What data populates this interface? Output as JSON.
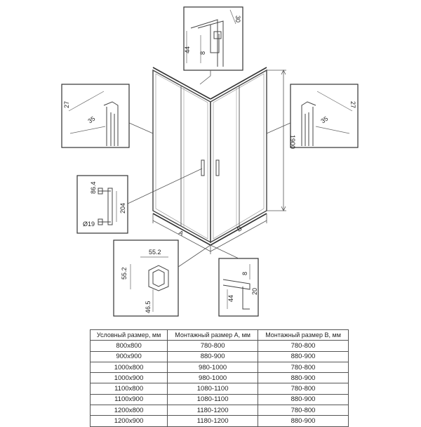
{
  "dims": {
    "top_detail": [
      "30",
      "44",
      "8"
    ],
    "left_profile": [
      "27",
      "35"
    ],
    "right_profile": [
      "27",
      "35"
    ],
    "height": "1900",
    "handle": [
      "86.4",
      "204",
      "Ø19"
    ],
    "bottom_corner": [
      "55.2",
      "55.2",
      "46.5"
    ],
    "bottom_right": [
      "8",
      "44",
      "20"
    ],
    "side_a": "A",
    "side_b": "B"
  },
  "table": {
    "headers": [
      "Условный размер, мм",
      "Монтажный размер A, мм",
      "Монтажный размер B, мм"
    ],
    "rows": [
      [
        "800x800",
        "780-800",
        "780-800"
      ],
      [
        "900x900",
        "880-900",
        "880-900"
      ],
      [
        "1000x800",
        "980-1000",
        "780-800"
      ],
      [
        "1000x900",
        "980-1000",
        "880-900"
      ],
      [
        "1100x800",
        "1080-1100",
        "780-800"
      ],
      [
        "1100x900",
        "1080-1100",
        "880-900"
      ],
      [
        "1200x800",
        "1180-1200",
        "780-800"
      ],
      [
        "1200x900",
        "1180-1200",
        "880-900"
      ]
    ]
  }
}
